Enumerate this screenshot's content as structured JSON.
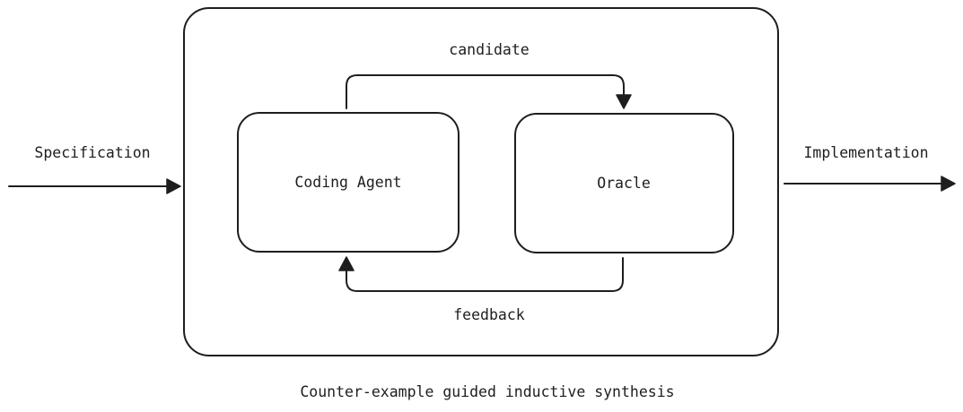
{
  "diagram": {
    "input_label": "Specification",
    "output_label": "Implementation",
    "caption": "Counter-example guided inductive synthesis",
    "nodes": {
      "agent": "Coding Agent",
      "oracle": "Oracle"
    },
    "edges": {
      "top": "candidate",
      "bottom": "feedback"
    }
  },
  "colors": {
    "stroke": "#1e1e1e",
    "background": "#ffffff"
  }
}
